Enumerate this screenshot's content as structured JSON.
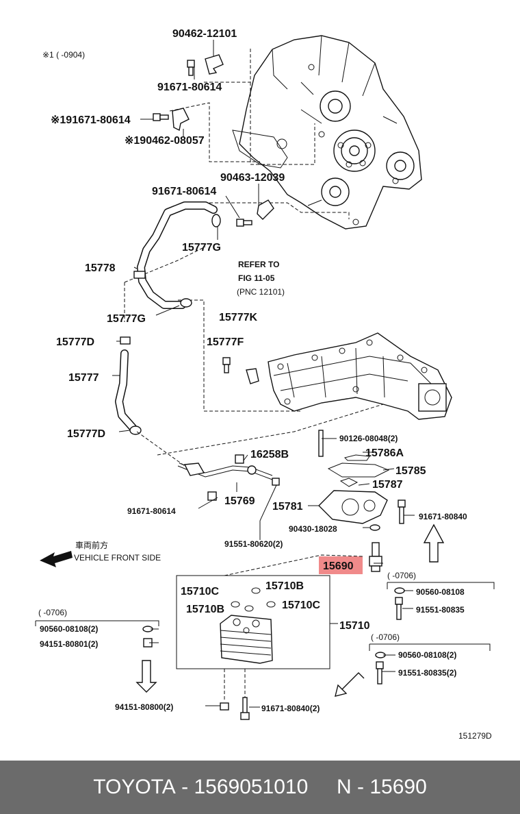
{
  "labels": {
    "note_top": "※1 (     -0904)",
    "p90462_12101": "90462-12101",
    "p91671_80614_a": "91671-80614",
    "p91671_80614_b": "※191671-80614",
    "p90462_08057": "※190462-08057",
    "p90463_12039": "90463-12039",
    "p91671_80614_c": "91671-80614",
    "p15777G_a": "15777G",
    "p15778": "15778",
    "refer1": "REFER TO",
    "refer2": "FIG 11-05",
    "refer3": "(PNC 12101)",
    "p15777K": "15777K",
    "p15777G_b": "15777G",
    "p15777F": "15777F",
    "p15777D_a": "15777D",
    "p15777": "15777",
    "p15777D_b": "15777D",
    "p90126": "90126-08048(2)",
    "p15786A": "15786A",
    "p16258B": "16258B",
    "p15785": "15785",
    "p15787": "15787",
    "p15781": "15781",
    "p15769": "15769",
    "p91671_80840_a": "91671-80840",
    "p91671_80614_d": "91671-80614",
    "p90430": "90430-18028",
    "p91551_80620": "91551-80620(2)",
    "front_jp": "車両前方",
    "front_en": "VEHICLE FRONT SIDE",
    "p15690": "15690",
    "note_0706_a": "(      -0706)",
    "p15710C_a": "15710C",
    "p15710B_a": "15710B",
    "p90560_a": "90560-08108",
    "p15710B_b": "15710B",
    "p15710C_b": "15710C",
    "p91551_80835_a": "91551-80835",
    "note_0706_b": "(      -0706)",
    "p90560_b": "90560-08108(2)",
    "p15710": "15710",
    "p94151_80801": "94151-80801(2)",
    "note_0706_c": "(      -0706)",
    "p90560_c": "90560-08108(2)",
    "p91551_80835_b": "91551-80835(2)",
    "p94151_80800": "94151-80800(2)",
    "p91671_80840_b": "91671-80840(2)",
    "drawing_no": "151279D"
  },
  "highlight": {
    "part": "15690",
    "color": "#f08a8a"
  },
  "footer": {
    "brand": "TOYOTA",
    "sep1": " - ",
    "oem_number": "1569051010",
    "gap": "     ",
    "n_prefix": "N",
    "sep2": " - ",
    "part_number": "15690"
  },
  "colors": {
    "footer_bg": "#6b6b6b",
    "footer_text": "#ffffff",
    "line": "#111111"
  }
}
